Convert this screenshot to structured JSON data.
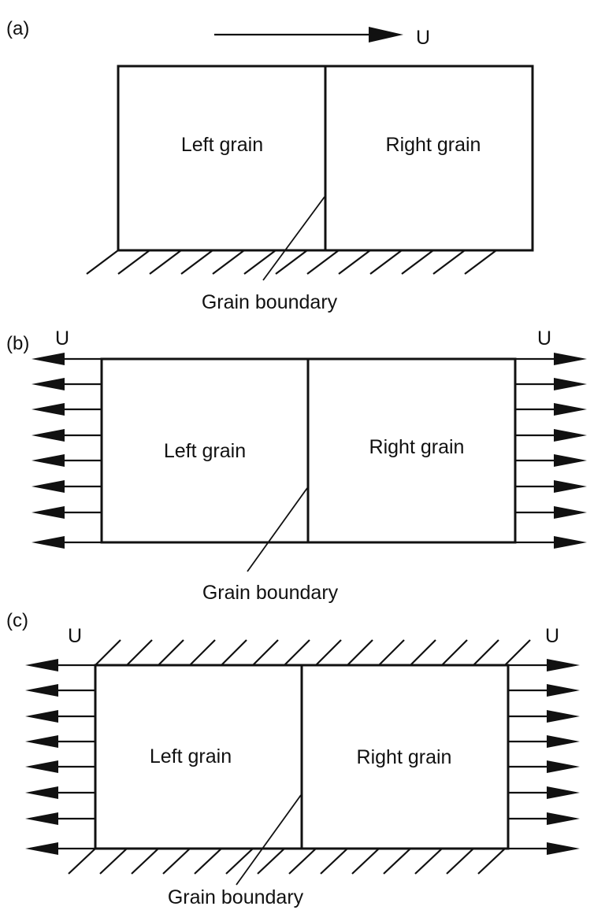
{
  "panels": [
    {
      "id": "a",
      "label": "(a)",
      "left_grain": "Left grain",
      "right_grain": "Right grain",
      "grain_boundary": "Grain boundary",
      "displacement": [
        "U"
      ]
    },
    {
      "id": "b",
      "label": "(b)",
      "left_grain": "Left grain",
      "right_grain": "Right grain",
      "grain_boundary": "Grain boundary",
      "displacement": [
        "U",
        "U"
      ]
    },
    {
      "id": "c",
      "label": "(c)",
      "left_grain": "Left grain",
      "right_grain": "Right grain",
      "grain_boundary": "Grain boundary",
      "displacement": [
        "U",
        "U"
      ]
    }
  ],
  "colors": {
    "ink": "#111111",
    "background": "#ffffff"
  }
}
